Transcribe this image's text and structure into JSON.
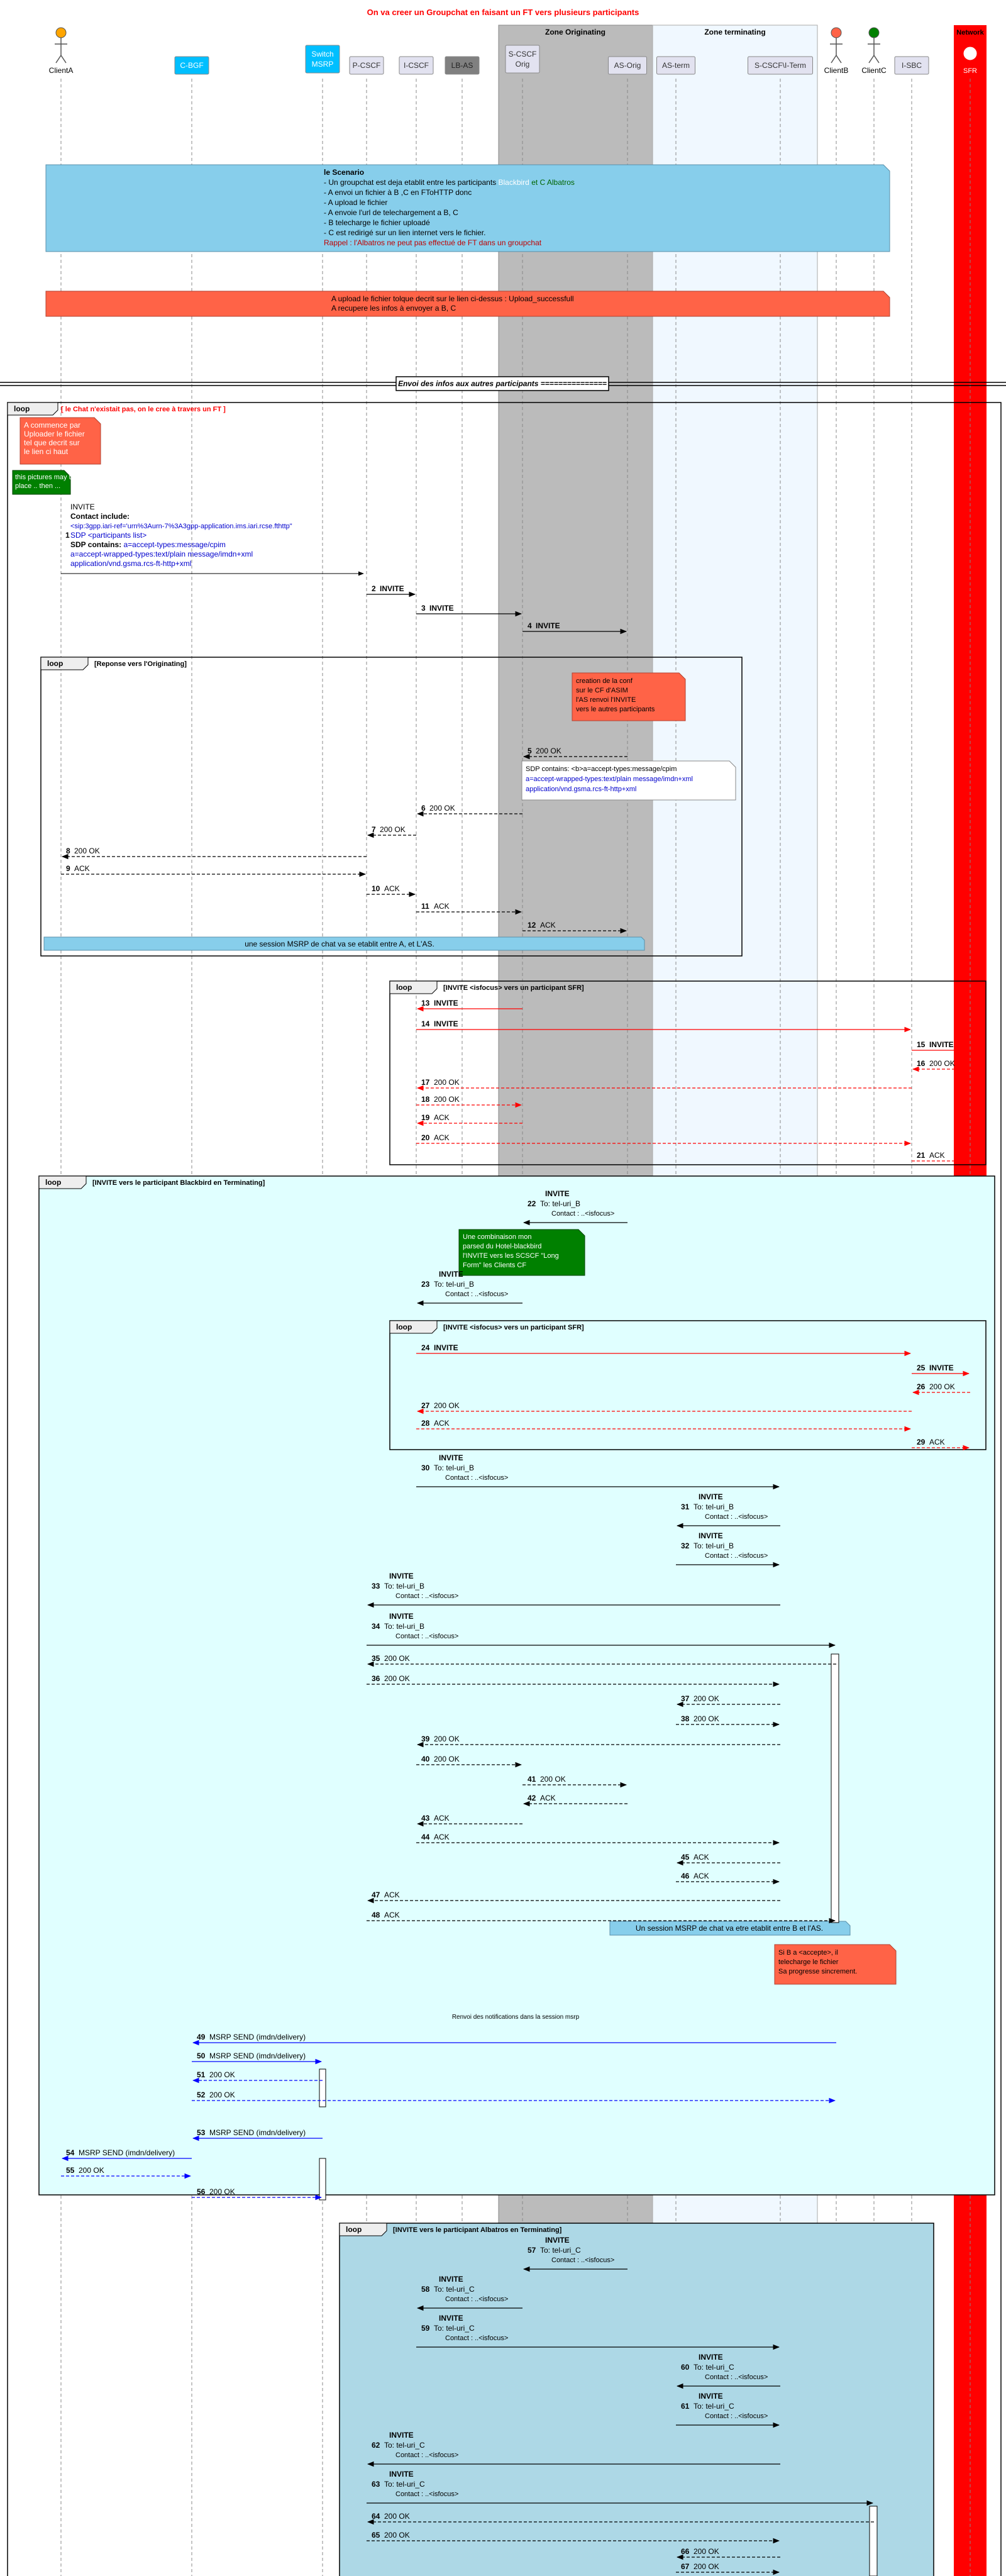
{
  "title": "On va creer un Groupchat en faisant un FT vers plusieurs participants",
  "participants": [
    {
      "id": "clientA",
      "label": "ClientA",
      "kind": "actor",
      "color": "#FFA500"
    },
    {
      "id": "cbgf",
      "label": "C-BGF",
      "kind": "box",
      "color": "#00BFFF"
    },
    {
      "id": "msrp",
      "label": "Switch\nMSRP",
      "kind": "box",
      "color": "#00BFFF"
    },
    {
      "id": "pcscf",
      "label": "P-CSCF",
      "kind": "box",
      "color": "#E2E2F0"
    },
    {
      "id": "icscf",
      "label": "I-CSCF",
      "kind": "box",
      "color": "#E2E2F0"
    },
    {
      "id": "lbas",
      "label": "LB-AS",
      "kind": "box",
      "color": "#808080"
    },
    {
      "id": "scscfo",
      "label": "S-CSCF\nOrig",
      "kind": "box",
      "color": "#E2E2F0"
    },
    {
      "id": "asorig",
      "label": "AS-Orig",
      "kind": "box",
      "color": "#E2E2F0"
    },
    {
      "id": "asterm",
      "label": "AS-term",
      "kind": "box",
      "color": "#E2E2F0"
    },
    {
      "id": "scscft",
      "label": "S-CSCF\\I-Term",
      "kind": "box",
      "color": "#E2E2F0"
    },
    {
      "id": "clientB",
      "label": "ClientB",
      "kind": "actor",
      "color": "#FF6347"
    },
    {
      "id": "clientC",
      "label": "ClientC",
      "kind": "actor",
      "color": "#008000"
    },
    {
      "id": "isbc",
      "label": "I-SBC",
      "kind": "box",
      "color": "#E2E2F0"
    },
    {
      "id": "sfr",
      "label": "SFR",
      "kind": "entity",
      "color": "#FFFFFF"
    }
  ],
  "zones": {
    "orig": "Zone Originating",
    "term": "Zone terminating",
    "network": "Network"
  },
  "scenario": {
    "header": "le Scenario",
    "lines": [
      "- Un groupchat est deja etablit entre les participants",
      "- A envoi un fichier à B ,C en FToHTTP donc",
      "- A upload le fichier",
      "- A envoie l'url de telechargement a B, C",
      "- B telecharge le fichier uploadé",
      "- C est redirigé sur un lien internet vers le fichier.",
      "Rappel : l'Albatros ne peut pas effectué de FT dans un groupchat"
    ],
    "name_black": "Blackbird",
    "name_c": "et C Albatros"
  },
  "upload_note": [
    "A upload le fichier tolque decrit sur le lien ci-dessus : Upload_successfull",
    "A recupere les infos à envoyer a B, C"
  ],
  "section_divider": "Envoi des infos aux autres participants ===============",
  "loops": {
    "main": "loop",
    "main_label": "[ le Chat n'existait pas, on le cree à travers un FT ]",
    "reponse": "[Reponse vers l'Originating]",
    "sfr": "[INVITE <isfocus> vers un participant SFR]",
    "blackbird": "[INVITE vers le participant Blackbird en Terminating]",
    "sfr2": "[INVITE <isfocus> vers un participant SFR]",
    "albatros": "[INVITE vers le participant Albatros en Terminating]",
    "kw": "loop"
  },
  "notes": {
    "a_commence": [
      "A commence par",
      "Uploader le fichier",
      "tel que decrit sur",
      "le lien ci haut"
    ],
    "pictures": [
      "this pictures may take",
      "place .. then ..."
    ],
    "invite_body": {
      "l1": "INVITE",
      "l2": "Contact include:",
      "l3": "<sip:3gpp.iari-ref='urn%3Aurn-7%3A3gpp-application.ims.iari.rcse.fthttp\"",
      "l4": "SDP <participants list>",
      "l5a": "SDP contains:",
      "l5b": "a=accept-types:message/cpim",
      "l6": "a=accept-wrapped-types:text/plain message/imdn+xml",
      "l7": "application/vnd.gsma.rcs-ft-http+xml"
    },
    "creation": [
      "creation de la conf",
      "sur le CF d'ASIM",
      "l'AS renvoi l'INVITE",
      "vers le autres participants"
    ],
    "sdp_contains": {
      "l1": "SDP contains: <b>a=accept-types:message/cpim",
      "l2": "a=accept-wrapped-types:text/plain message/imdn+xml",
      "l3": "application/vnd.gsma.rcs-ft-http+xml"
    },
    "session_a": "une session MSRP de chat va se etablit entre A, et L'AS.",
    "combination": [
      "Une combinaison mon",
      "parsed du Hotel-blackbird",
      "l'INVITE vers les SCSCF \"Long",
      "Form\" les Clients CF"
    ],
    "session_b": "Un session MSRP de chat va etre etablit entre B et l'AS.",
    "b_accepte": [
      "Si B a <accepte>, il",
      "telecharge le fichier",
      "Sa progresse sincrement."
    ],
    "renvoi": "Renvoi des notifications dans la session msrp"
  },
  "messages": [
    {
      "n": "2",
      "label": "INVITE"
    },
    {
      "n": "3",
      "label": "INVITE"
    },
    {
      "n": "4",
      "label": "INVITE"
    },
    {
      "n": "5",
      "label": "200 OK"
    },
    {
      "n": "6",
      "label": "200 OK"
    },
    {
      "n": "7",
      "label": "200 OK"
    },
    {
      "n": "8",
      "label": "200 OK"
    },
    {
      "n": "9",
      "label": "ACK"
    },
    {
      "n": "10",
      "label": "ACK"
    },
    {
      "n": "11",
      "label": "ACK"
    },
    {
      "n": "12",
      "label": "ACK"
    },
    {
      "n": "13",
      "label": "INVITE"
    },
    {
      "n": "14",
      "label": "INVITE"
    },
    {
      "n": "15",
      "label": "INVITE"
    },
    {
      "n": "16",
      "label": "200 OK"
    },
    {
      "n": "17",
      "label": "200 OK"
    },
    {
      "n": "18",
      "label": "200 OK"
    },
    {
      "n": "19",
      "label": "ACK"
    },
    {
      "n": "20",
      "label": "ACK"
    },
    {
      "n": "21",
      "label": "ACK"
    },
    {
      "n": "22",
      "label": "INVITE",
      "sub1": "To: tel-uri_B",
      "sub2": "Contact : ..<isfocus>"
    },
    {
      "n": "23",
      "label": "INVITE",
      "sub1": "To: tel-uri_B",
      "sub2": "Contact : ..<isfocus>"
    },
    {
      "n": "24",
      "label": "INVITE"
    },
    {
      "n": "25",
      "label": "INVITE"
    },
    {
      "n": "26",
      "label": "200 OK"
    },
    {
      "n": "27",
      "label": "200 OK"
    },
    {
      "n": "28",
      "label": "ACK"
    },
    {
      "n": "29",
      "label": "ACK"
    },
    {
      "n": "30",
      "label": "INVITE",
      "sub1": "To: tel-uri_B",
      "sub2": "Contact : ..<isfocus>"
    },
    {
      "n": "31",
      "label": "INVITE",
      "sub1": "To: tel-uri_B",
      "sub2": "Contact : ..<isfocus>"
    },
    {
      "n": "32",
      "label": "INVITE",
      "sub1": "To: tel-uri_B",
      "sub2": "Contact : ..<isfocus>"
    },
    {
      "n": "33",
      "label": "INVITE",
      "sub1": "To: tel-uri_B",
      "sub2": "Contact : ..<isfocus>"
    },
    {
      "n": "34",
      "label": "INVITE",
      "sub1": "To: tel-uri_B",
      "sub2": "Contact : ..<isfocus>"
    },
    {
      "n": "35",
      "label": "200 OK"
    },
    {
      "n": "36",
      "label": "200 OK"
    },
    {
      "n": "37",
      "label": "200 OK"
    },
    {
      "n": "38",
      "label": "200 OK"
    },
    {
      "n": "39",
      "label": "200 OK"
    },
    {
      "n": "40",
      "label": "200 OK"
    },
    {
      "n": "41",
      "label": "200 OK"
    },
    {
      "n": "42",
      "label": "ACK"
    },
    {
      "n": "43",
      "label": "ACK"
    },
    {
      "n": "44",
      "label": "ACK"
    },
    {
      "n": "45",
      "label": "ACK"
    },
    {
      "n": "46",
      "label": "ACK"
    },
    {
      "n": "47",
      "label": "ACK"
    },
    {
      "n": "48",
      "label": "ACK"
    },
    {
      "n": "49",
      "label": "MSRP SEND (imdn/delivery)"
    },
    {
      "n": "50",
      "label": "MSRP SEND (imdn/delivery)"
    },
    {
      "n": "51",
      "label": "200 OK"
    },
    {
      "n": "52",
      "label": "200 OK"
    },
    {
      "n": "53",
      "label": "MSRP SEND (imdn/delivery)"
    },
    {
      "n": "54",
      "label": "MSRP SEND (imdn/delivery)"
    },
    {
      "n": "55",
      "label": "200 OK"
    },
    {
      "n": "56",
      "label": "200 OK"
    },
    {
      "n": "57",
      "label": "INVITE",
      "sub1": "To: tel-uri_C",
      "sub2": "Contact : ..<isfocus>"
    },
    {
      "n": "58",
      "label": "INVITE",
      "sub1": "To: tel-uri_C",
      "sub2": "Contact : ..<isfocus>"
    },
    {
      "n": "59",
      "label": "INVITE",
      "sub1": "To: tel-uri_C",
      "sub2": "Contact : ..<isfocus>"
    },
    {
      "n": "60",
      "label": "INVITE",
      "sub1": "To: tel-uri_C",
      "sub2": "Contact : ..<isfocus>"
    },
    {
      "n": "61",
      "label": "INVITE",
      "sub1": "To: tel-uri_C",
      "sub2": "Contact : ..<isfocus>"
    },
    {
      "n": "62",
      "label": "INVITE",
      "sub1": "To: tel-uri_C",
      "sub2": "Contact : ..<isfocus>"
    },
    {
      "n": "63",
      "label": "INVITE",
      "sub1": "To: tel-uri_C",
      "sub2": "Contact : ..<isfocus>"
    },
    {
      "n": "64",
      "label": "200 OK"
    },
    {
      "n": "65",
      "label": "200 OK"
    },
    {
      "n": "66",
      "label": "200 OK"
    },
    {
      "n": "67",
      "label": "200 OK"
    }
  ],
  "colors": {
    "orig_zone": "#BBBBBB",
    "term_zone": "#F0F8FF",
    "network": "#FF0000",
    "scenario_note": "#87CEEB",
    "red_note": "#FF6347",
    "green_note": "#008000",
    "blackbird_bg": "#E0FFFF",
    "albatros_bg": "#ADD8E6",
    "sfr_arrow": "#FF0000",
    "msrp_arrow": "#0000FF",
    "sdp_blue": "#0000CD"
  }
}
